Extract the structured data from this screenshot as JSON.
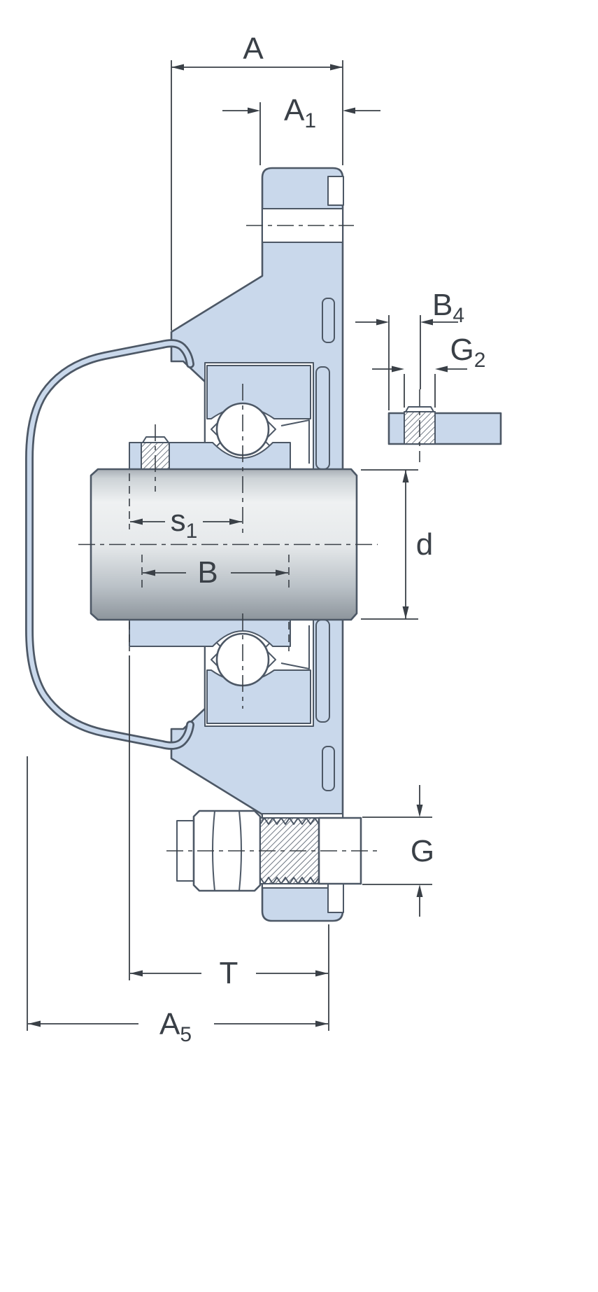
{
  "diagram": {
    "subject": "flanged-bearing-unit-cross-section",
    "dimension_labels": {
      "A": {
        "main": "A",
        "sub": ""
      },
      "A1": {
        "main": "A",
        "sub": "1"
      },
      "B4": {
        "main": "B",
        "sub": "4"
      },
      "G2": {
        "main": "G",
        "sub": "2"
      },
      "s1": {
        "main": "s",
        "sub": "1"
      },
      "d": {
        "main": "d",
        "sub": ""
      },
      "B": {
        "main": "B",
        "sub": ""
      },
      "G": {
        "main": "G",
        "sub": ""
      },
      "T": {
        "main": "T",
        "sub": ""
      },
      "A5": {
        "main": "A",
        "sub": "5"
      }
    },
    "colors": {
      "housing_fill": "#c9d8eb",
      "outline": "#4d5866",
      "dimension": "#3a4047",
      "shaft_top": "#a7aeb5",
      "shaft_mid": "#eff1f2",
      "shaft_bottom": "#8d959c",
      "background": "#ffffff",
      "metal_white": "#ffffff"
    }
  }
}
